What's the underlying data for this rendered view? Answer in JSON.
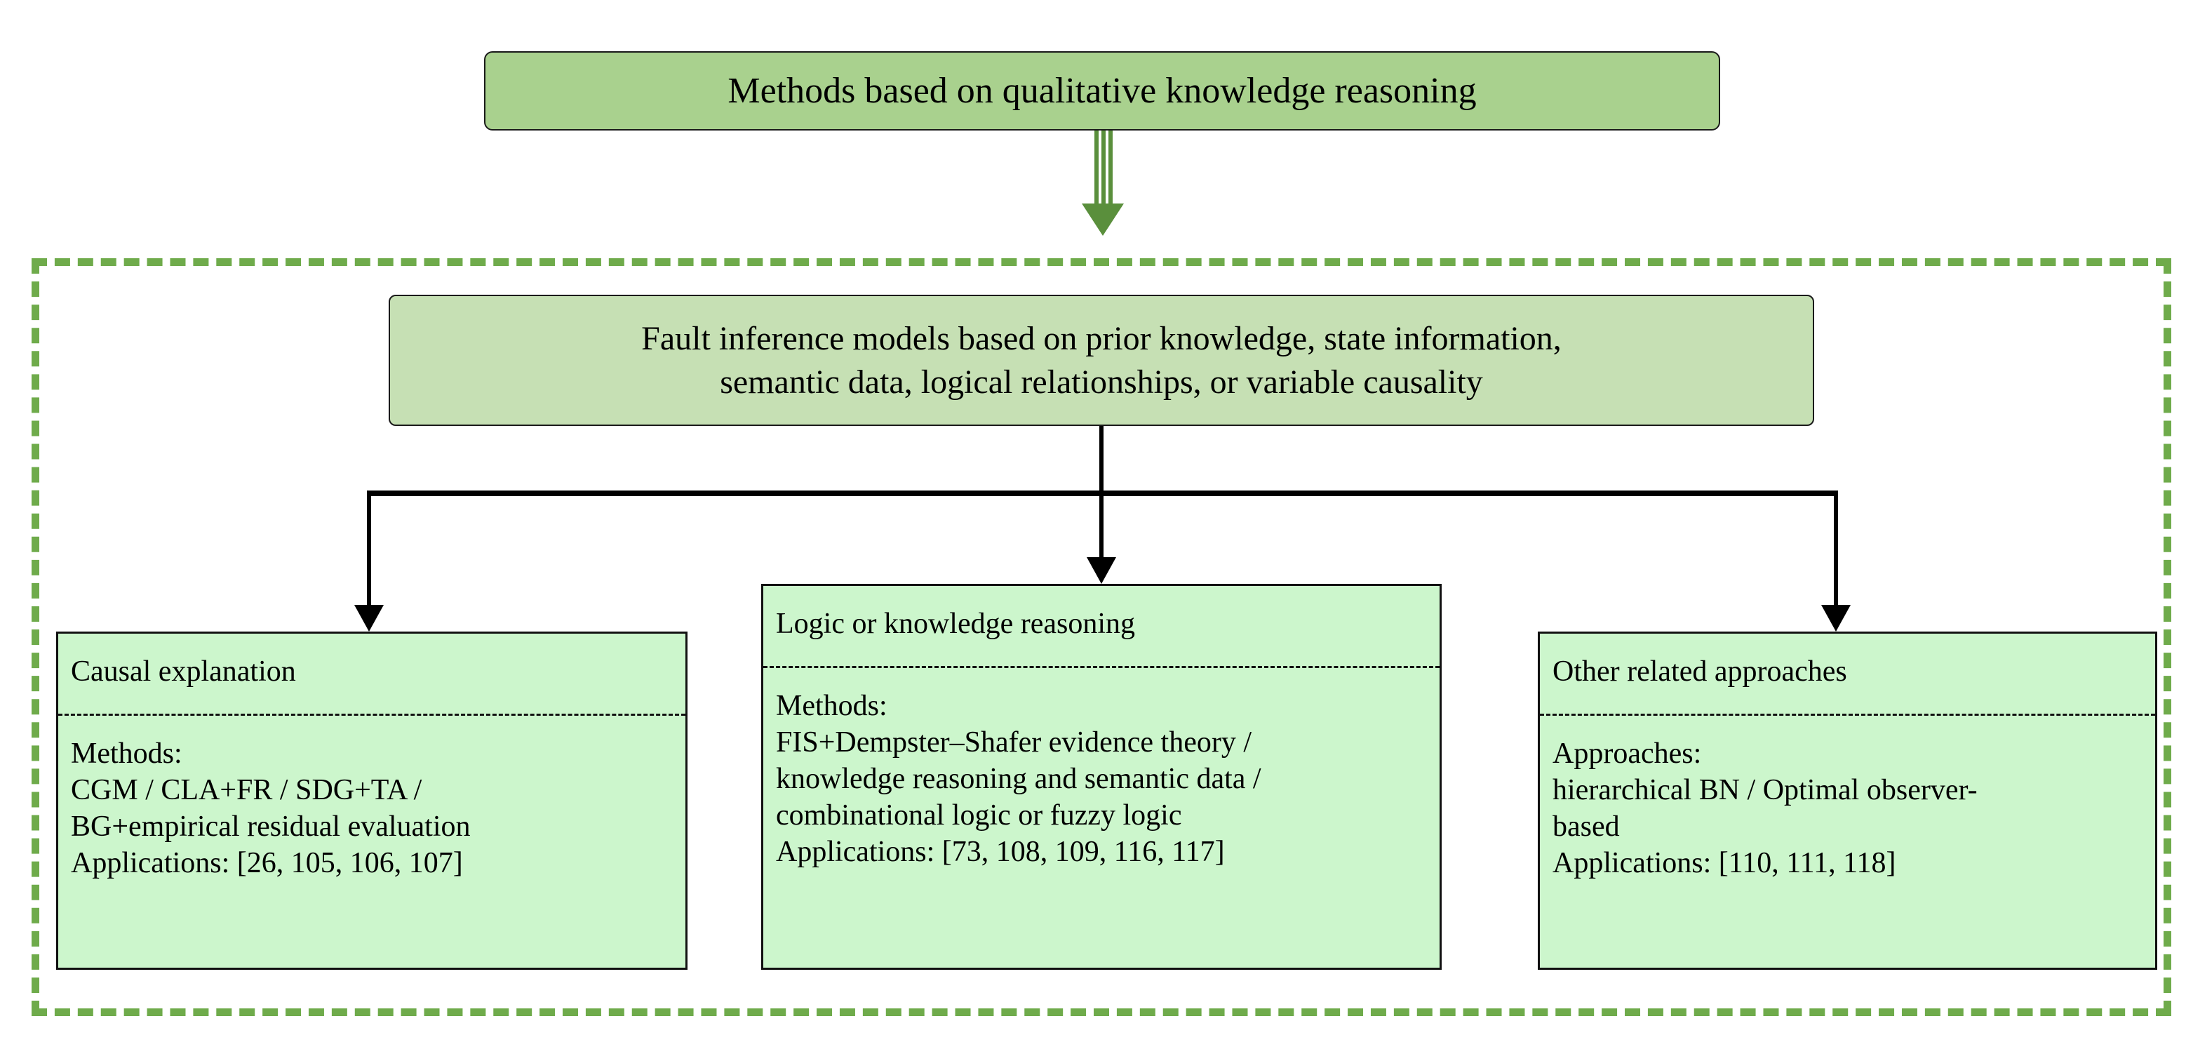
{
  "diagram": {
    "title": "Methods based on qualitative knowledge reasoning",
    "colors": {
      "top_box_fill": "#a9d18e",
      "sub_box_fill": "#c6e0b4",
      "leaf_fill": "#ccf6cc",
      "dashed_border": "#6fab4b",
      "block_arrow": "#5a8f3c",
      "connector_line": "#000000",
      "text": "#000000"
    },
    "root": {
      "label": "Methods based on qualitative knowledge reasoning"
    },
    "block_arrow": {
      "icon": "down-double-arrow-icon",
      "direction": "down"
    },
    "group": {
      "description_lines": [
        "Fault inference models based on prior knowledge, state information,",
        "semantic data, logical relationships, or variable causality"
      ]
    },
    "branches": [
      {
        "id": "causal-explanation",
        "title": "Causal explanation",
        "body": "Methods:\nCGM / CLA+FR / SDG+TA /\nBG+empirical residual evaluation\nApplications: [26, 105, 106, 107]",
        "methods_label": "Methods:",
        "methods": [
          "CGM",
          "CLA+FR",
          "SDG+TA",
          "BG+empirical residual evaluation"
        ],
        "applications_label": "Applications:",
        "applications": "[26, 105, 106, 107]",
        "references": [
          26,
          105,
          106,
          107
        ]
      },
      {
        "id": "logic-or-knowledge-reasoning",
        "title": "Logic or knowledge reasoning",
        "body": "Methods:\nFIS+Dempster–Shafer evidence theory /\nknowledge reasoning and semantic data /\ncombinational logic or fuzzy logic\nApplications: [73, 108, 109, 116, 117]",
        "methods_label": "Methods:",
        "methods": [
          "FIS+Dempster–Shafer evidence theory",
          "knowledge reasoning and semantic data",
          "combinational logic or fuzzy logic"
        ],
        "applications_label": "Applications:",
        "applications": "[73, 108, 109, 116, 117]",
        "references": [
          73,
          108,
          109,
          116,
          117
        ]
      },
      {
        "id": "other-related-approaches",
        "title": "Other related approaches",
        "body": "Approaches:\nhierarchical BN / Optimal observer-\nbased\nApplications: [110, 111, 118]",
        "methods_label": "Approaches:",
        "methods": [
          "hierarchical BN",
          "Optimal observer-based"
        ],
        "applications_label": "Applications:",
        "applications": "[110, 111, 118]",
        "references": [
          110,
          111,
          118
        ]
      }
    ]
  }
}
